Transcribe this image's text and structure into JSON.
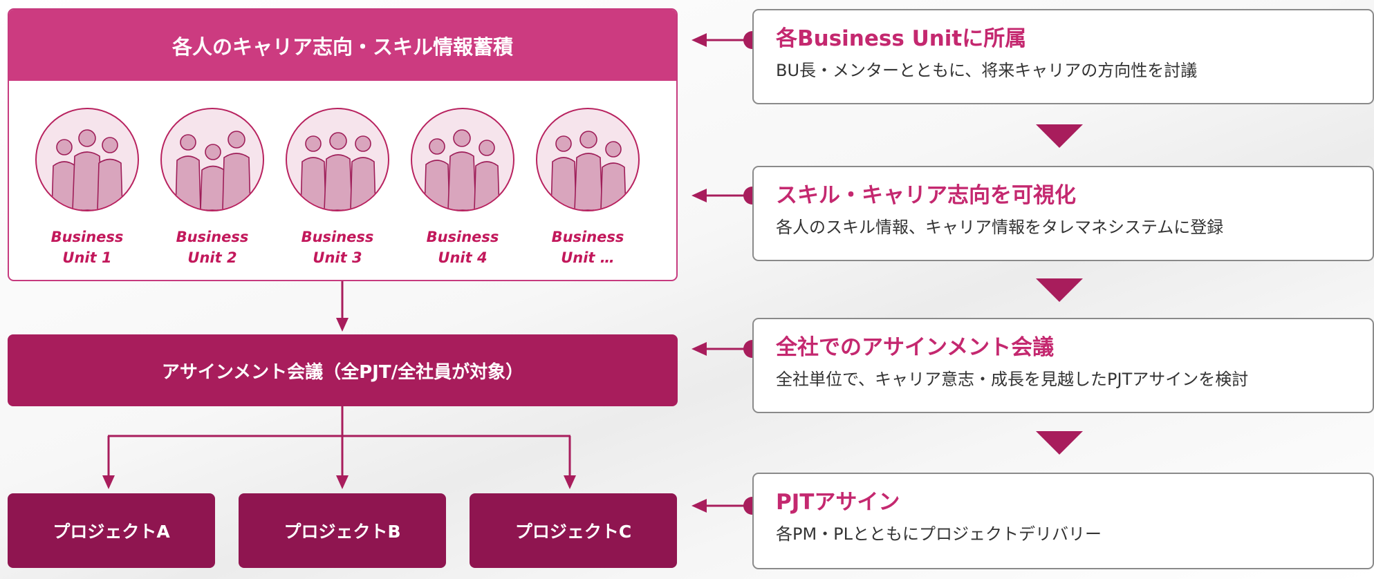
{
  "panel": {
    "header": "各人のキャリア志向・スキル情報蓄積",
    "units": [
      {
        "label": "Business\nUnit 1"
      },
      {
        "label": "Business\nUnit 2"
      },
      {
        "label": "Business\nUnit 3"
      },
      {
        "label": "Business\nUnit 4"
      },
      {
        "label": "Business\nUnit …"
      }
    ]
  },
  "meeting": {
    "label": "アサインメント会議（全PJT/全社員が対象）"
  },
  "projects": [
    {
      "label": "プロジェクトA"
    },
    {
      "label": "プロジェクトB"
    },
    {
      "label": "プロジェクトC"
    }
  ],
  "steps": [
    {
      "title": "各Business Unitに所属",
      "desc": "BU長・メンターとともに、将来キャリアの方向性を討議"
    },
    {
      "title": "スキル・キャリア志向を可視化",
      "desc": "各人のスキル情報、キャリア情報をタレマネシステムに登録"
    },
    {
      "title": "全社でのアサインメント会議",
      "desc": "全社単位で、キャリア意志・成長を見越したPJTアサインを検討"
    },
    {
      "title": "PJTアサイン",
      "desc": "各PM・PLとともにプロジェクトデリバリー"
    }
  ],
  "colors": {
    "accent": "#cc3b80",
    "dark": "#8f1550",
    "meeting": "#a81d5c",
    "title": "#c4286f"
  }
}
